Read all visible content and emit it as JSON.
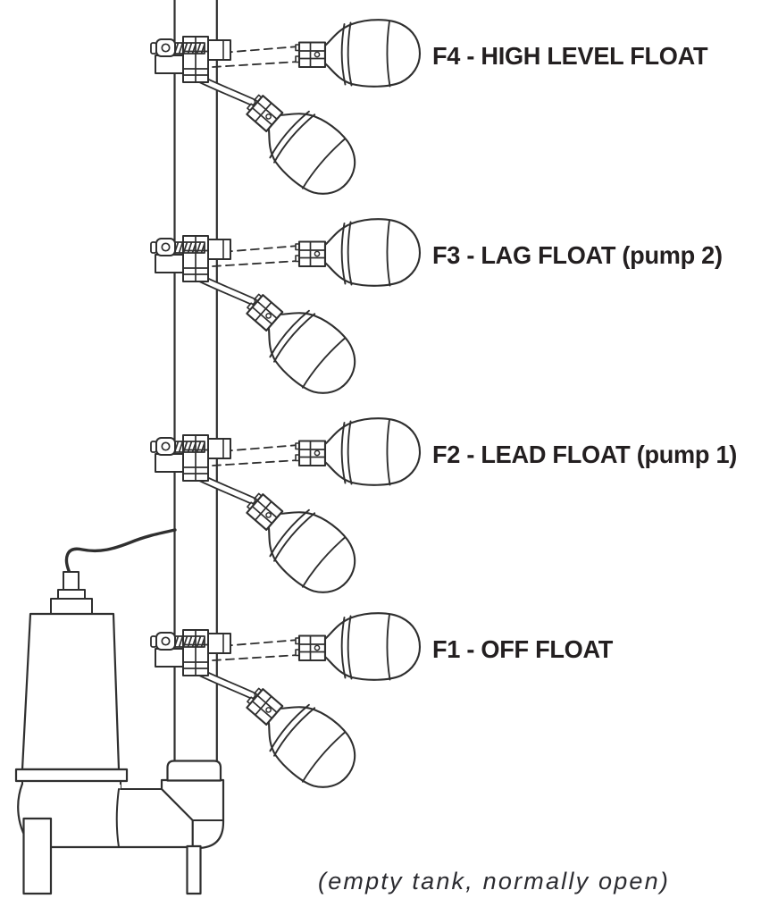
{
  "page": {
    "background": "#ffffff"
  },
  "diagram": {
    "type": "technical-line-art",
    "subject": "duplex pump float switch arrangement on discharge pipe",
    "caption": "(empty tank, normally open)",
    "colors": {
      "line": "#2f2f2f",
      "text": "#231f20",
      "background": "#ffffff"
    },
    "floats": [
      {
        "id": "F4",
        "label": "F4 - HIGH LEVEL FLOAT"
      },
      {
        "id": "F3",
        "label": "F3 - LAG FLOAT (pump 2)"
      },
      {
        "id": "F2",
        "label": "F2 - LEAD FLOAT (pump 1)"
      },
      {
        "id": "F1",
        "label": "F1 - OFF FLOAT"
      }
    ],
    "parts": [
      "float-switch",
      "mounting-clamp",
      "discharge-pipe",
      "pipe-coupling",
      "pipe-elbow",
      "submersible-pump",
      "power-cable",
      "pump-leg"
    ]
  }
}
